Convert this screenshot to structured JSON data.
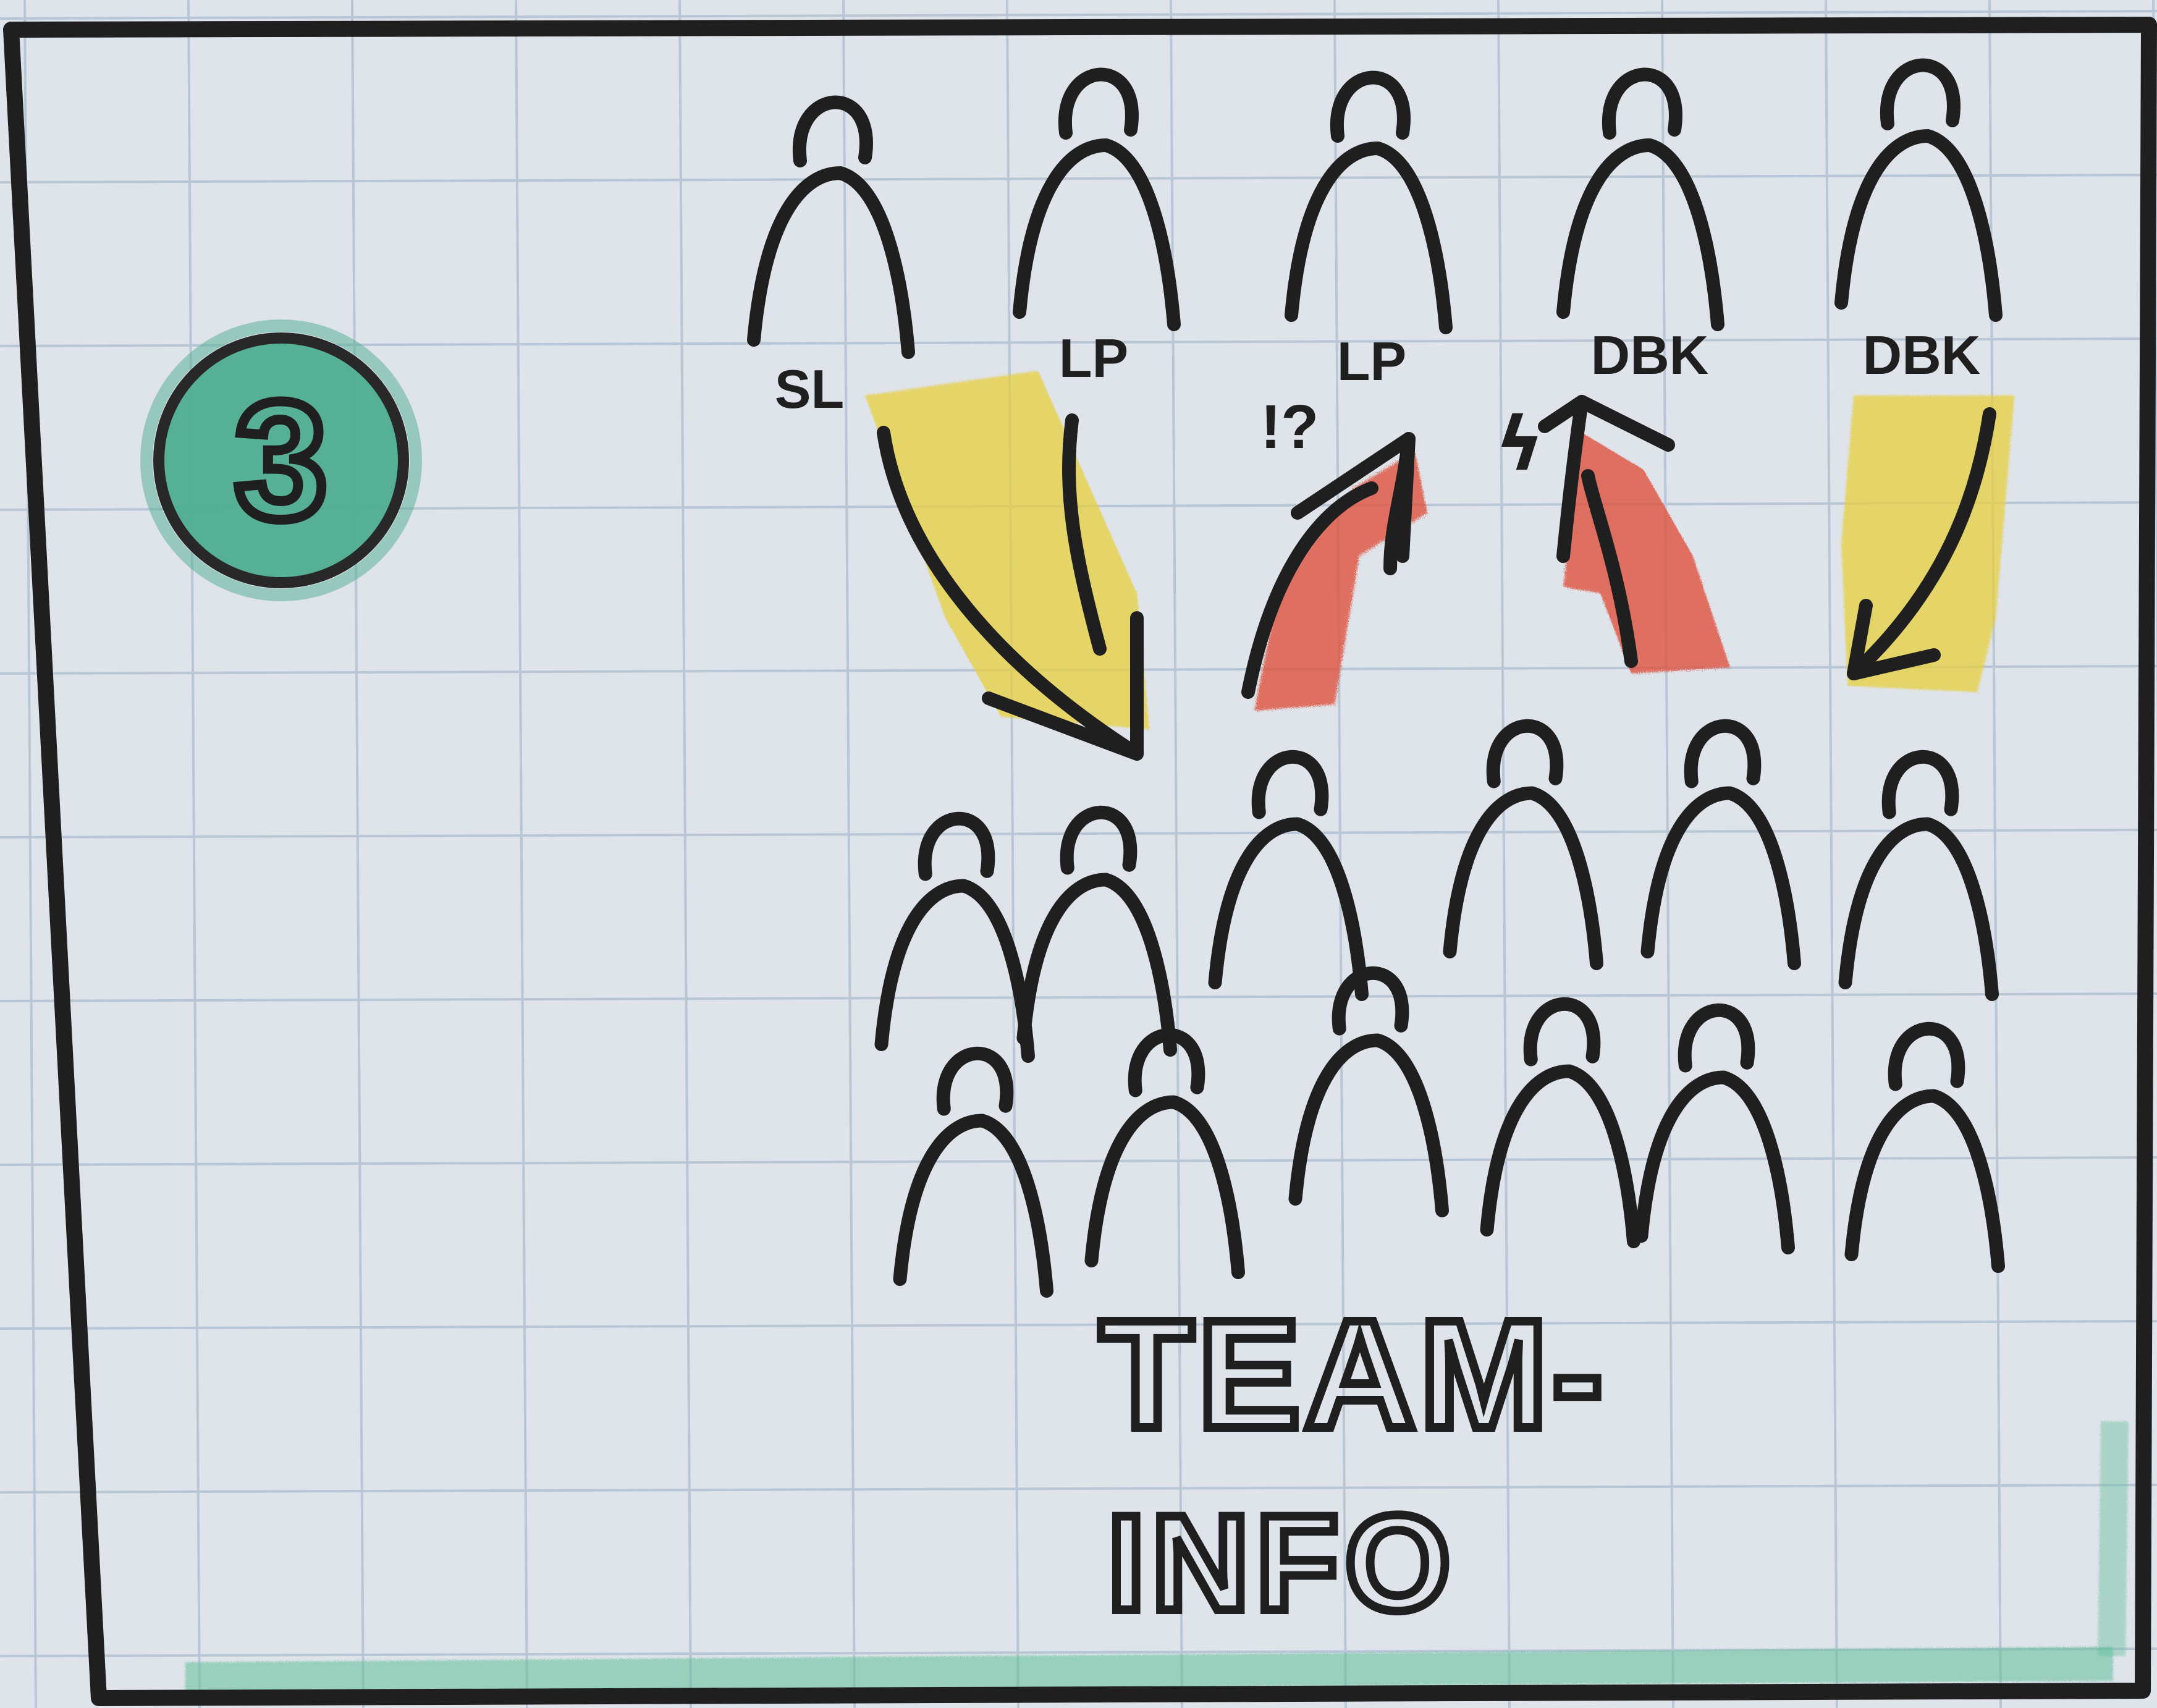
{
  "step": {
    "number": "3"
  },
  "top_row": [
    {
      "label": "SL"
    },
    {
      "label": "LP"
    },
    {
      "label": "LP"
    },
    {
      "label": "DBK"
    },
    {
      "label": "DBK"
    }
  ],
  "annotations": {
    "question": "!?",
    "lightning": "ϟ"
  },
  "caption": {
    "line1": "TEAM-",
    "line2": "INFO"
  },
  "colors": {
    "paper": "#dfe3ea",
    "grid": "#b9c6d6",
    "ink": "#1f1f1f",
    "teal_circle": "#4fae92",
    "yellow_highlight": "#e8cf3c",
    "red_highlight": "#e0533f",
    "green_edge": "#5fbf9a"
  }
}
